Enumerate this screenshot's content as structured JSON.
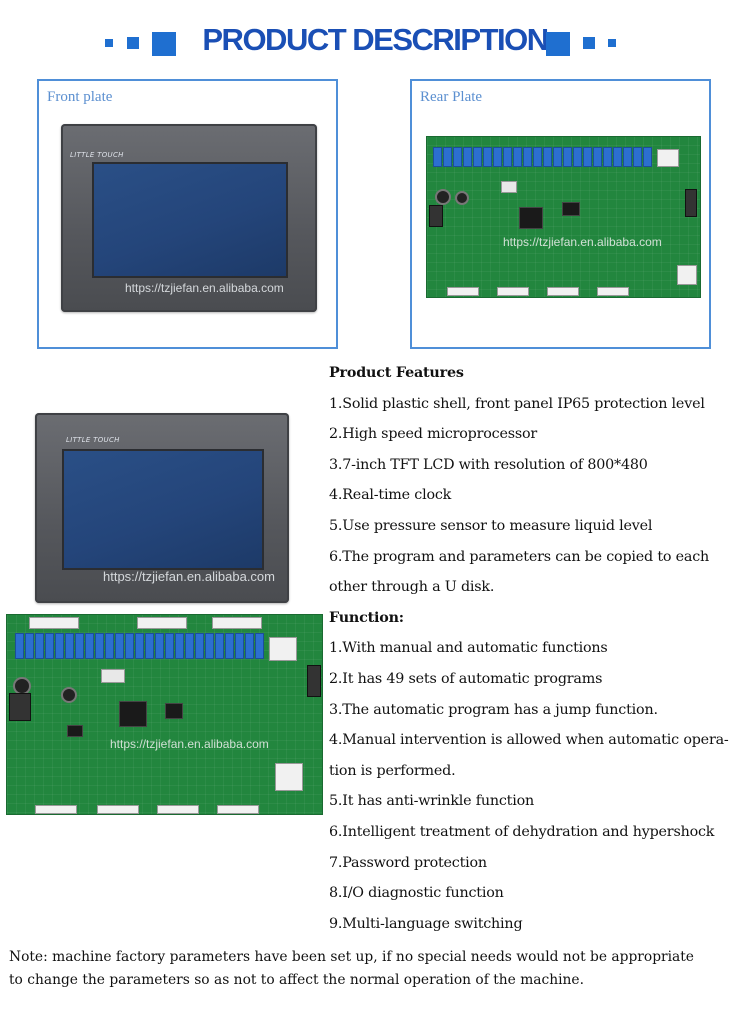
{
  "header": {
    "title": "PRODUCT DESCRIPTION"
  },
  "frames": {
    "front_label": "Front plate",
    "rear_label": "Rear Plate"
  },
  "watermark": "https://tzjiefan.en.alibaba.com",
  "device_logo": "LITTLE TOUCH",
  "features_section": {
    "heading": "Product Features",
    "items": [
      "1.Solid plastic shell, front panel IP65 protection level",
      "2.High speed microprocessor",
      "3.7-inch TFT LCD with resolution of 800*480",
      "4.Real-time clock",
      "5.Use pressure sensor to measure liquid level",
      "6.The program and parameters can be copied to each",
      "other through a U disk."
    ]
  },
  "function_section": {
    "heading": "Function:",
    "items": [
      "1.With manual and automatic functions",
      "2.It has 49 sets of automatic programs",
      "3.The automatic program has a jump function.",
      "4.Manual intervention is allowed when automatic opera-",
      "tion is performed.",
      "5.It has anti-wrinkle function",
      "6.Intelligent treatment of dehydration and hypershock",
      "7.Password protection",
      "8.I/O diagnostic function",
      "9.Multi-language switching"
    ]
  },
  "note": {
    "line1": "Note: machine factory parameters have been set up, if no special needs would not be appropriate",
    "line2": "to change the parameters so as not to affect the normal operation of the machine."
  },
  "colors": {
    "title": "#1a4fb5",
    "accent_square": "#1f6fd0",
    "frame_border": "#4f8fd8",
    "pcb_green": "#22863e",
    "relay_blue": "#2c6fd0"
  }
}
